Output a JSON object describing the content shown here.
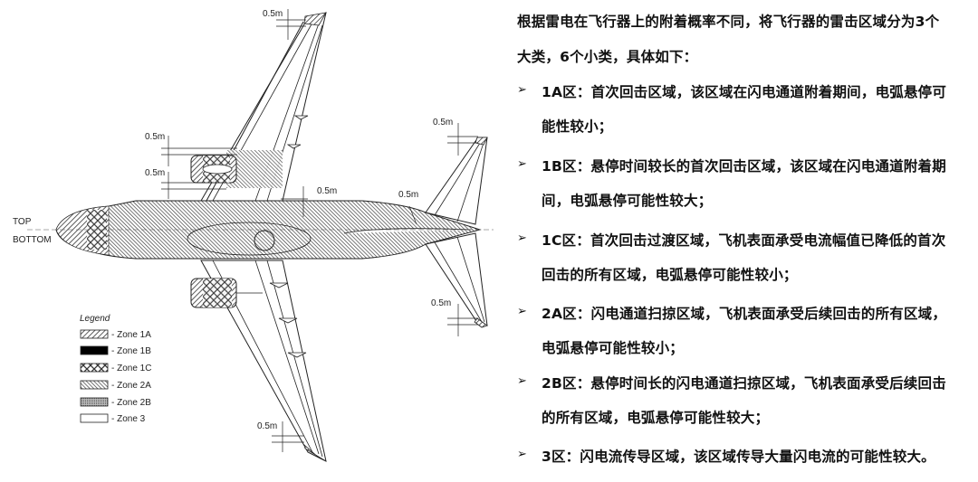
{
  "figure": {
    "view_labels": {
      "top": "TOP",
      "bottom": "BOTTOM"
    },
    "dimension_label": "0.5m",
    "legend": {
      "title": "Legend",
      "items": [
        {
          "pattern": "zone-1a-hatch",
          "label": "- Zone 1A"
        },
        {
          "pattern": "zone-1b-solid",
          "label": "- Zone 1B"
        },
        {
          "pattern": "zone-1c-crosshatch",
          "label": "- Zone 1C"
        },
        {
          "pattern": "zone-2a-hatch",
          "label": "- Zone 2A"
        },
        {
          "pattern": "zone-2b-dotted",
          "label": "- Zone 2B"
        },
        {
          "pattern": "zone-3-blank",
          "label": "- Zone 3"
        }
      ]
    }
  },
  "text": {
    "intro_line1": "根据雷电在飞行器上的附着概率不同，将飞行器的雷击区域分为3个",
    "intro_line2": "大类，6个小类，具体如下：",
    "bullet_glyph": "➢",
    "bullets": [
      {
        "lines": [
          "1A区：首次回击区域，该区域在闪电通道附着期间，电弧悬停可",
          "能性较小；"
        ]
      },
      {
        "lines": [
          "1B区：悬停时间较长的首次回击区域，该区域在闪电通道附着期",
          "间，电弧悬停可能性较大；"
        ]
      },
      {
        "lines": [
          "1C区：首次回击过渡区域，飞机表面承受电流幅值已降低的首次",
          "回击的所有区域，电弧悬停可能性较小；"
        ]
      },
      {
        "lines": [
          "2A区：闪电通道扫掠区域，飞机表面承受后续回击的所有区域，",
          "电弧悬停可能性较小；"
        ]
      },
      {
        "lines": [
          "2B区：悬停时间长的闪电通道扫掠区域，飞机表面承受后续回击",
          "的所有区域，电弧悬停可能性较大；"
        ]
      },
      {
        "lines": [
          "3区：闪电流传导区域，该区域传导大量闪电流的可能性较大。"
        ]
      }
    ]
  }
}
